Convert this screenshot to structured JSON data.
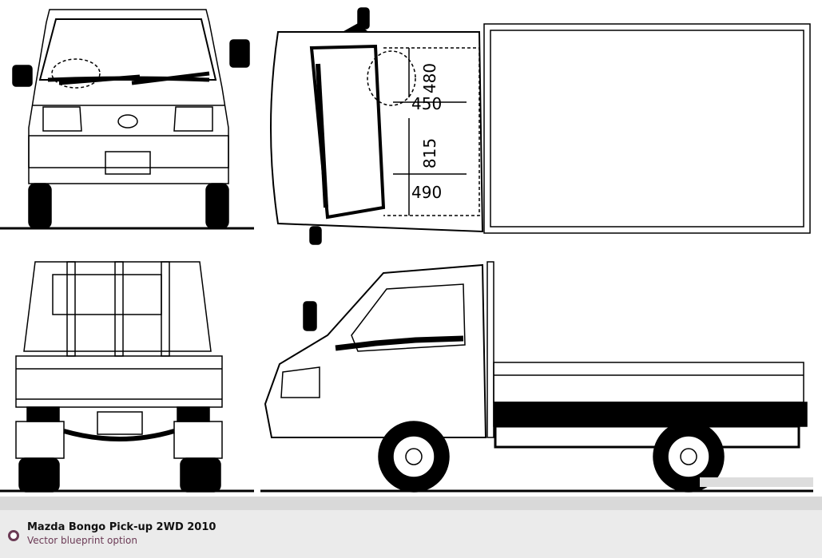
{
  "blueprint": {
    "dimensions": {
      "d480": "480",
      "d450": "450",
      "d815": "815",
      "d490": "490"
    },
    "views": [
      "front",
      "top",
      "rear",
      "side"
    ]
  },
  "caption": {
    "title": "Mazda Bongo Pick-up 2WD 2010",
    "subtitle": "Vector blueprint option"
  },
  "colors": {
    "accent": "#6b3a55",
    "band": "#d9d9d9",
    "caption_bg": "#ebebeb"
  }
}
